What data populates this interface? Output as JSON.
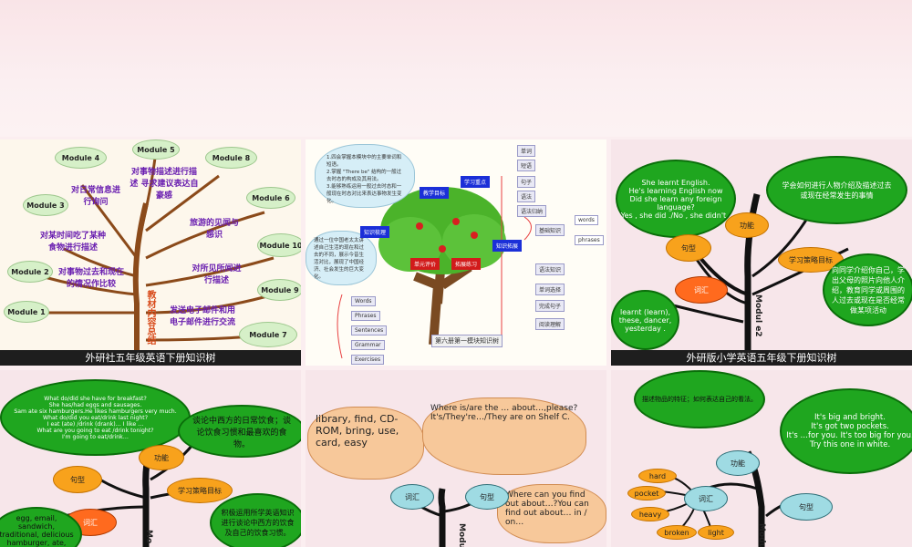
{
  "slides": {
    "s1": {
      "caption": "外研社五年级英语下册知识树",
      "trunk_label": "教材内容总结",
      "modules": [
        "Module 1",
        "Module 2",
        "Module 3",
        "Module 4",
        "Module 5",
        "Module 6",
        "Module 7",
        "Module 8",
        "Module 9",
        "Module 10"
      ],
      "phrases": {
        "p1": "对日常信息进行询问",
        "p2": "对事物描述进行描述 寻求建议表达自豪感",
        "p3": "对某时间吃了某种食物进行描述",
        "p4": "对事物过去和现在的情况作比较",
        "p5": "旅游的见闻与感识",
        "p6": "对所见所闻进行描述",
        "p7": "发送电子邮件和用电子邮件进行交流"
      }
    },
    "s2": {
      "goals": [
        "1.四会掌握本模块中的主要单词和短语。",
        "2.掌握 \"There be\" 结构的一般过去时态的构成及其用法。",
        "3.能够熟练运用一般过去时态和一般现在时态对比来表达事物发生变化。"
      ],
      "description": "通过一位中国老太太讲述自己生活的现在和过去的不同，展示今昔生活对比，展现了中国经济、社会发生的巨大变化。",
      "blue_boxes": [
        "教学目标",
        "学习重点",
        "知识梳理",
        "知识拓展"
      ],
      "red_boxes": [
        "单元评价",
        "拓展练习"
      ],
      "right_tags": [
        "单词",
        "短语",
        "句子",
        "语法",
        "语法归纳"
      ],
      "base_tags": [
        "基础知识",
        "words",
        "phrases",
        "语法知识"
      ],
      "lower_right_tags": [
        "单词选择",
        "完成句子",
        "阅读理解"
      ],
      "left_tags": [
        "Words",
        "Phrases",
        "Sentences",
        "Grammar",
        "Exercises"
      ],
      "tree_title": "第六册第一模块知识树"
    },
    "s3": {
      "caption": "外研版小学英语五年级下册知识树",
      "top_left": [
        "She learnt English.",
        "He's learning English now",
        "Did she learn any foreign language?",
        "Yes , she did ./No , she didn't ."
      ],
      "top_right": "学会如何进行人物介绍及描述过去或现在经常发生的事情",
      "function": "功能",
      "sentence": "句型",
      "strategy": "学习策略目标",
      "vocab": "词汇",
      "bottom_left": "learnt (learn), these, dancer, yesterday .",
      "bottom_right": "向同学介绍你自己，学出父母的照片向他人介绍，教育同学或周围的人过去或现在是否经常做某项活动",
      "module": "Modul e2"
    },
    "s4": {
      "top_left": [
        "What do/did she have for breakfast?",
        "She has/had eggs and sausages.",
        "Sam ate six hamburgers.He likes hamburgers very much.",
        "What do/did you eat/drink last night?",
        "I eat (ate) /drink (drank)… I like …",
        "What are you going to eat /drink tonight?",
        "I'm going to eat/drink…"
      ],
      "right": "谈论中西方的日常饮食；谈论饮食习惯和最喜欢的食物。",
      "function": "功能",
      "sentence": "句型",
      "strategy": "学习策略目标",
      "vocab": "词汇",
      "bottom_left": "egg, email, sandwich, traditional, delicious hamburger, ate, gave,",
      "bottom_right": "积极运用所学英语知识进行谈论中西方的饮食及自己的饮食习惯。",
      "module": "Mo"
    },
    "s5": {
      "left_words": "library, find, CD-ROM, bring, use, card, easy",
      "right_top": "Where is/are the … about…,please? It's/They're…/They are on Shelf C.",
      "right_bottom": "Where can you find out about…?You can find out about… in / on…",
      "vocab": "词汇",
      "sentence": "句型",
      "module": "Modu"
    },
    "s6": {
      "top_left": "描述物品的特征；如何表达自己的看法。",
      "top_right": [
        "It's big and bright.",
        "It's got two pockets.",
        "It's …for you. It's too big for you.",
        "Try this one in white."
      ],
      "function": "功能",
      "vocab": "词汇",
      "sentence": "句型",
      "words": [
        "hard",
        "pocket",
        "heavy",
        "broken",
        "light"
      ],
      "module": "Modu"
    }
  },
  "colors": {
    "bg": "#fbeef0",
    "green": "#1fa61f",
    "orange": "#f8a21c",
    "teal": "#9fdbe3"
  }
}
